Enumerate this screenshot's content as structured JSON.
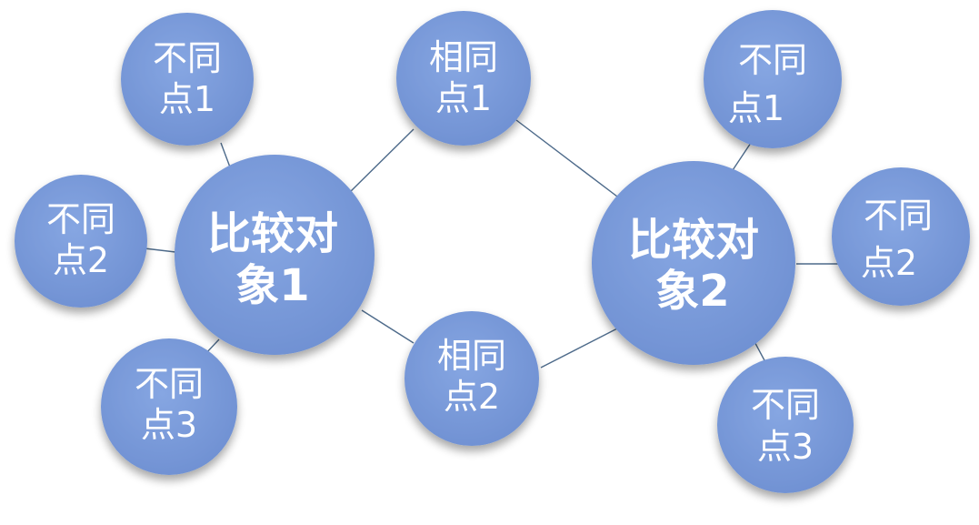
{
  "colors": {
    "node_fill": "#7b9bd9",
    "node_shadow": "#c9ccd3",
    "edge": "#4d6a8a",
    "label": "#ffffff"
  },
  "nodes": {
    "object1": {
      "line1": "比较对",
      "line2": "象1"
    },
    "object2": {
      "line1": "比较对",
      "line2": "象2"
    },
    "obj1_diff1": {
      "line1": "不同",
      "line2": "点1"
    },
    "obj1_diff2": {
      "line1": "不同",
      "line2": "点2"
    },
    "obj1_diff3": {
      "line1": "不同",
      "line2": "点3"
    },
    "obj2_diff1": {
      "line1": "不同",
      "line2": "点1"
    },
    "obj2_diff2": {
      "line1": "不同",
      "line2": "点2"
    },
    "obj2_diff3": {
      "line1": "不同",
      "line2": "点3"
    },
    "same1": {
      "line1": "相同",
      "line2": "点1"
    },
    "same2": {
      "line1": "相同",
      "line2": "点2"
    }
  }
}
